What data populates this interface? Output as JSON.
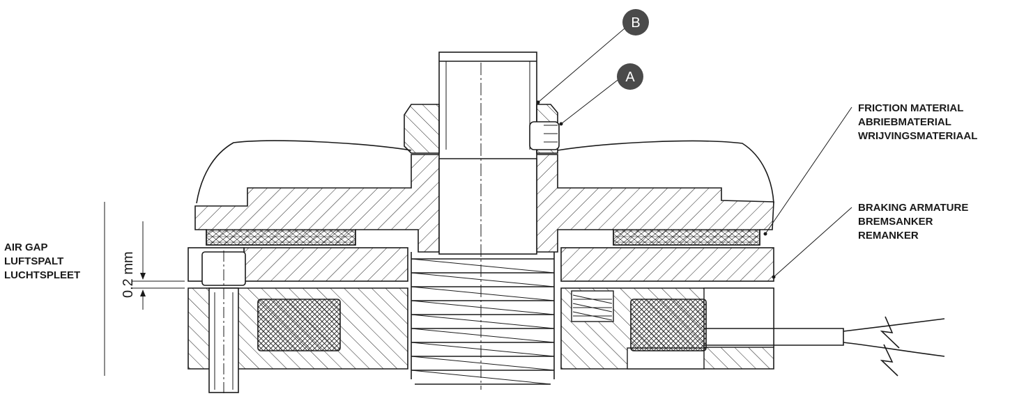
{
  "callouts": {
    "a": "A",
    "b": "B"
  },
  "labels": {
    "friction": [
      "FRICTION MATERIAL",
      "ABRIEBMATERIAL",
      "WRIJVINGSMATERIAAL"
    ],
    "armature": [
      "BRAKING ARMATURE",
      "BREMSANKER",
      "REMANKER"
    ],
    "airgap": [
      "AIR GAP",
      "LUFTSPALT",
      "LUCHTSPLEET"
    ]
  },
  "dimension": {
    "airgap_value": "0.2 mm"
  },
  "colors": {
    "line": "#1a1a1a",
    "callout_fill": "#4a4a4a",
    "background": "#ffffff"
  }
}
